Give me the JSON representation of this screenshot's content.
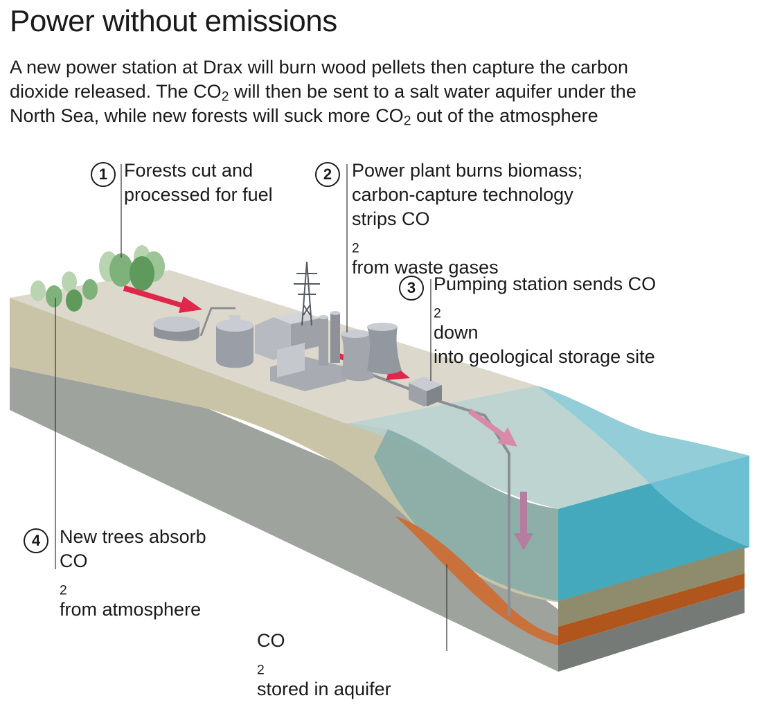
{
  "title": "Power without emissions",
  "intro": {
    "line1": "A new power station at Drax will burn wood pellets then capture the carbon",
    "line2_pre": "dioxide released. The CO",
    "line2_sub": "2",
    "line2_post": " will then be sent to a salt water aquifer under the",
    "line3_pre": "North Sea, while new forests will suck more CO",
    "line3_sub": "2",
    "line3_post": " out of the atmosphere"
  },
  "steps": [
    {
      "number": "1",
      "line1": "Forests cut and",
      "line2": "processed for fuel"
    },
    {
      "number": "2",
      "line1": "Power plant burns biomass;",
      "line2": "carbon-capture technology",
      "line3_pre": "strips CO",
      "line3_sub": "2",
      "line3_post": " from waste gases"
    },
    {
      "number": "3",
      "line1_pre": "Pumping station sends CO",
      "line1_sub": "2",
      "line1_post": " down",
      "line2": "into geological storage site"
    },
    {
      "number": "4",
      "line1": "New trees absorb",
      "line2_pre": "CO",
      "line2_sub": "2",
      "line2_post": " from atmosphere"
    }
  ],
  "aquifer_label": {
    "pre": "CO",
    "sub": "2",
    "post": " stored in aquifer"
  },
  "colors": {
    "land_top": "#dcd9cc",
    "land_front": "#c9c4a8",
    "rock": "#9ea39d",
    "sea": "#5fbfd2",
    "aquifer": "#c9703b",
    "arrow_red": "#e0264a",
    "arrow_pink": "#d88aa6",
    "tree": "#8fbf8a",
    "plant_grey": "#a9acb3"
  }
}
